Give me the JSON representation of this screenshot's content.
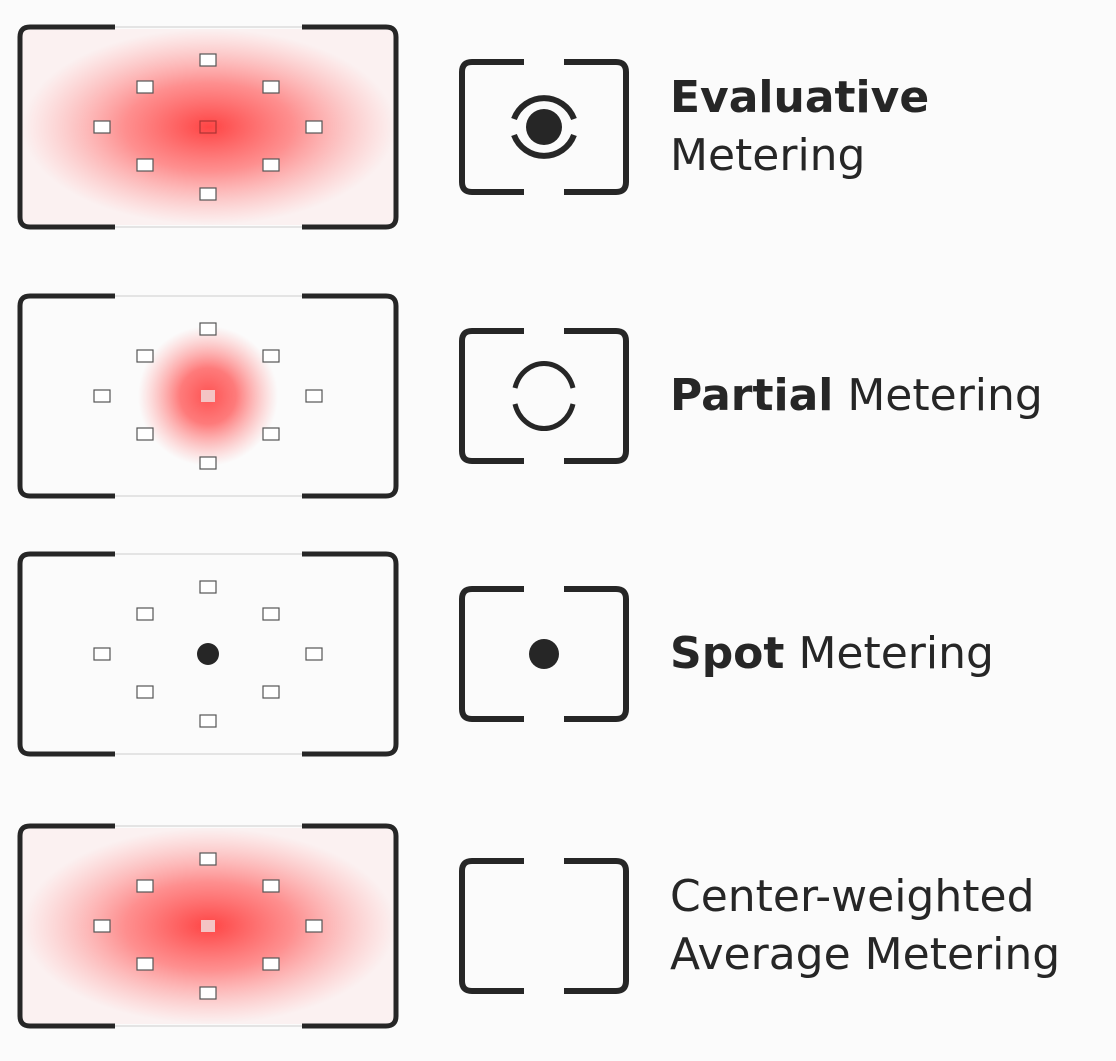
{
  "modes": [
    {
      "id": "evaluative",
      "bold": "Evaluative",
      "rest": "Metering",
      "break": true,
      "heat": "wide",
      "icon": "evaluative-metering-icon",
      "center_point": "hollow"
    },
    {
      "id": "partial",
      "bold": "Partial",
      "rest": " Metering",
      "break": false,
      "heat": "small",
      "icon": "partial-metering-icon",
      "center_point": "filled-light"
    },
    {
      "id": "spot",
      "bold": "Spot",
      "rest": " Metering",
      "break": false,
      "heat": "none",
      "icon": "spot-metering-icon",
      "center_point": "dot"
    },
    {
      "id": "center-weighted",
      "bold": "",
      "rest": "Center-weighted",
      "rest2": "Average Metering",
      "break": true,
      "heat": "wide",
      "icon": "center-weighted-metering-icon",
      "center_point": "filled-light"
    }
  ],
  "colors": {
    "frame": "#262626",
    "heat": "#ff3b3b",
    "background": "#fbfbfb"
  }
}
